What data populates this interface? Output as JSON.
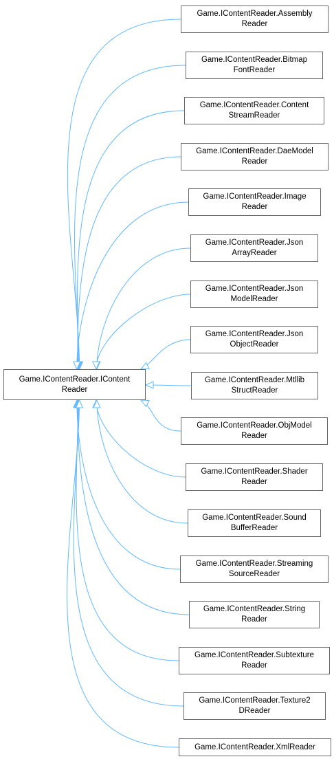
{
  "diagram": {
    "base_class": {
      "label_line1": "Game.IContentReader.IContent",
      "label_line2": "Reader"
    },
    "derived_classes": [
      {
        "line1": "Game.IContentReader.Assembly",
        "line2": "Reader"
      },
      {
        "line1": "Game.IContentReader.Bitmap",
        "line2": "FontReader"
      },
      {
        "line1": "Game.IContentReader.Content",
        "line2": "StreamReader"
      },
      {
        "line1": "Game.IContentReader.DaeModel",
        "line2": "Reader"
      },
      {
        "line1": "Game.IContentReader.Image",
        "line2": "Reader"
      },
      {
        "line1": "Game.IContentReader.Json",
        "line2": "ArrayReader"
      },
      {
        "line1": "Game.IContentReader.Json",
        "line2": "ModelReader"
      },
      {
        "line1": "Game.IContentReader.Json",
        "line2": "ObjectReader"
      },
      {
        "line1": "Game.IContentReader.Mtllib",
        "line2": "StructReader"
      },
      {
        "line1": "Game.IContentReader.ObjModel",
        "line2": "Reader"
      },
      {
        "line1": "Game.IContentReader.Shader",
        "line2": "Reader"
      },
      {
        "line1": "Game.IContentReader.Sound",
        "line2": "BufferReader"
      },
      {
        "line1": "Game.IContentReader.Streaming",
        "line2": "SourceReader"
      },
      {
        "line1": "Game.IContentReader.String",
        "line2": "Reader"
      },
      {
        "line1": "Game.IContentReader.Subtexture",
        "line2": "Reader"
      },
      {
        "line1": "Game.IContentReader.Texture2",
        "line2": "DReader"
      },
      {
        "line1": "Game.IContentReader.XmlReader",
        "line2": ""
      }
    ],
    "edge_color": "#63b8ff"
  }
}
